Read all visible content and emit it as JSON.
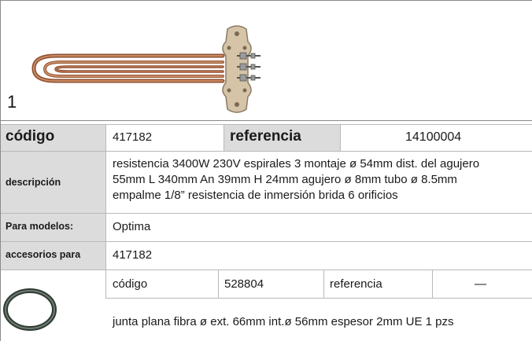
{
  "photo": {
    "number": "1",
    "image": "heating-element-photo"
  },
  "header_row": {
    "code_label": "código",
    "code_value": "417182",
    "reference_label": "referencia",
    "reference_value": "14100004"
  },
  "description": {
    "label": "descripción",
    "lines": [
      "resistencia  3400W 230V espirales 3 montaje ø 54mm dist. del agujero",
      "55mm L 340mm An 39mm H 24mm agujero ø 8mm tubo ø 8.5mm",
      "empalme 1/8” resistencia de inmersión brida 6 orificios"
    ]
  },
  "models": {
    "label": "Para modelos:",
    "value": "Optima"
  },
  "accessories": {
    "label": "accesorios para",
    "value": "417182",
    "item": {
      "image": "gasket-ring-photo",
      "code_label": "código",
      "code_value": "528804",
      "reference_label": "referencia",
      "reference_value": "—",
      "description": "junta plana  fibra ø ext. 66mm int.ø 56mm espesor  2mm UE 1 pzs"
    }
  },
  "colors": {
    "label_bg": "#dcdcdc",
    "border": "#b9b9b9",
    "copper": "#b06a45"
  }
}
